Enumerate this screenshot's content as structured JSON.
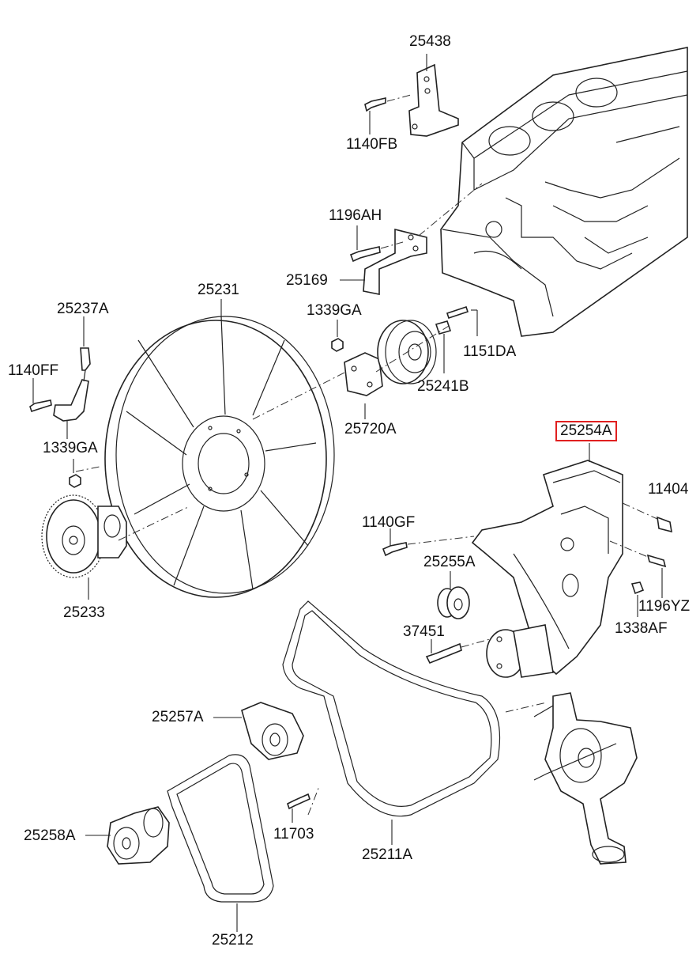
{
  "diagram": {
    "highlight_color": "#e02020",
    "labels": {
      "p25438": "25438",
      "p1140FB": "1140FB",
      "p1196AH": "1196AH",
      "p25169": "25169",
      "p25231": "25231",
      "p25237A": "25237A",
      "p1339GA_top": "1339GA",
      "p1140FF": "1140FF",
      "p1151DA": "1151DA",
      "p25241B": "25241B",
      "p25720A": "25720A",
      "p1339GA_left": "1339GA",
      "p25254A": "25254A",
      "p11404": "11404",
      "p1140GF": "1140GF",
      "p25255A": "25255A",
      "p1196YZ": "1196YZ",
      "p25233": "25233",
      "p1338AF": "1338AF",
      "p37451": "37451",
      "p25257A": "25257A",
      "p25258A": "25258A",
      "p11703": "11703",
      "p25211A": "25211A",
      "p25212": "25212"
    }
  }
}
